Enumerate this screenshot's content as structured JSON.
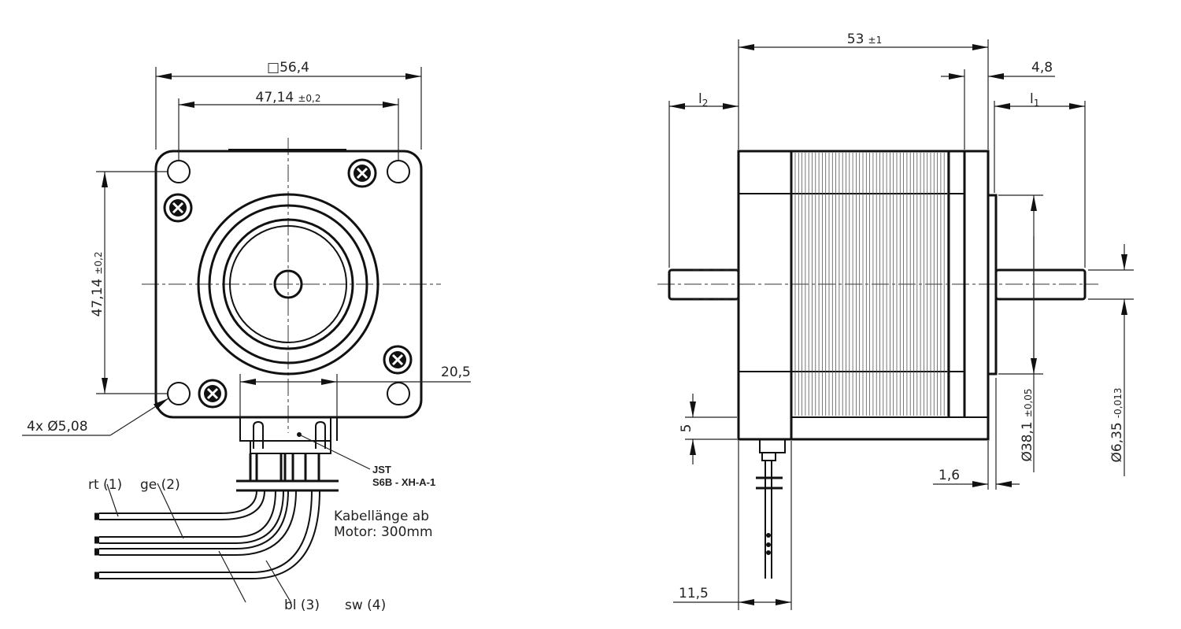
{
  "front_view": {
    "dim_square": "□56,4",
    "dim_hole_spacing_h": "47,14",
    "dim_hole_spacing_h_tol": "±0,2",
    "dim_hole_spacing_v": "47,14",
    "dim_hole_spacing_v_tol": "±0,2",
    "dim_connector": "20,5",
    "dim_holes": "4x Ø5,08",
    "connector_label_1": "JST",
    "connector_label_2": "S6B - XH-A-1",
    "wire_1": "rt (1)",
    "wire_2": "ge (2)",
    "wire_3": "bl (3)",
    "wire_4": "sw (4)",
    "cable_note_1": "Kabellänge ab",
    "cable_note_2": "Motor: 300mm"
  },
  "side_view": {
    "dim_length": "53",
    "dim_length_tol": "±1",
    "dim_flange": "4,8",
    "dim_l2": "l",
    "dim_l2_sub": "2",
    "dim_l1": "l",
    "dim_l1_sub": "1",
    "dim_boss": "Ø38,1",
    "dim_boss_tol": "±0,05",
    "dim_shaft": "Ø6,35",
    "dim_shaft_tol": "-0,013",
    "dim_boss_height": "1,6",
    "dim_connector_height": "5",
    "dim_connector_offset": "11,5"
  }
}
